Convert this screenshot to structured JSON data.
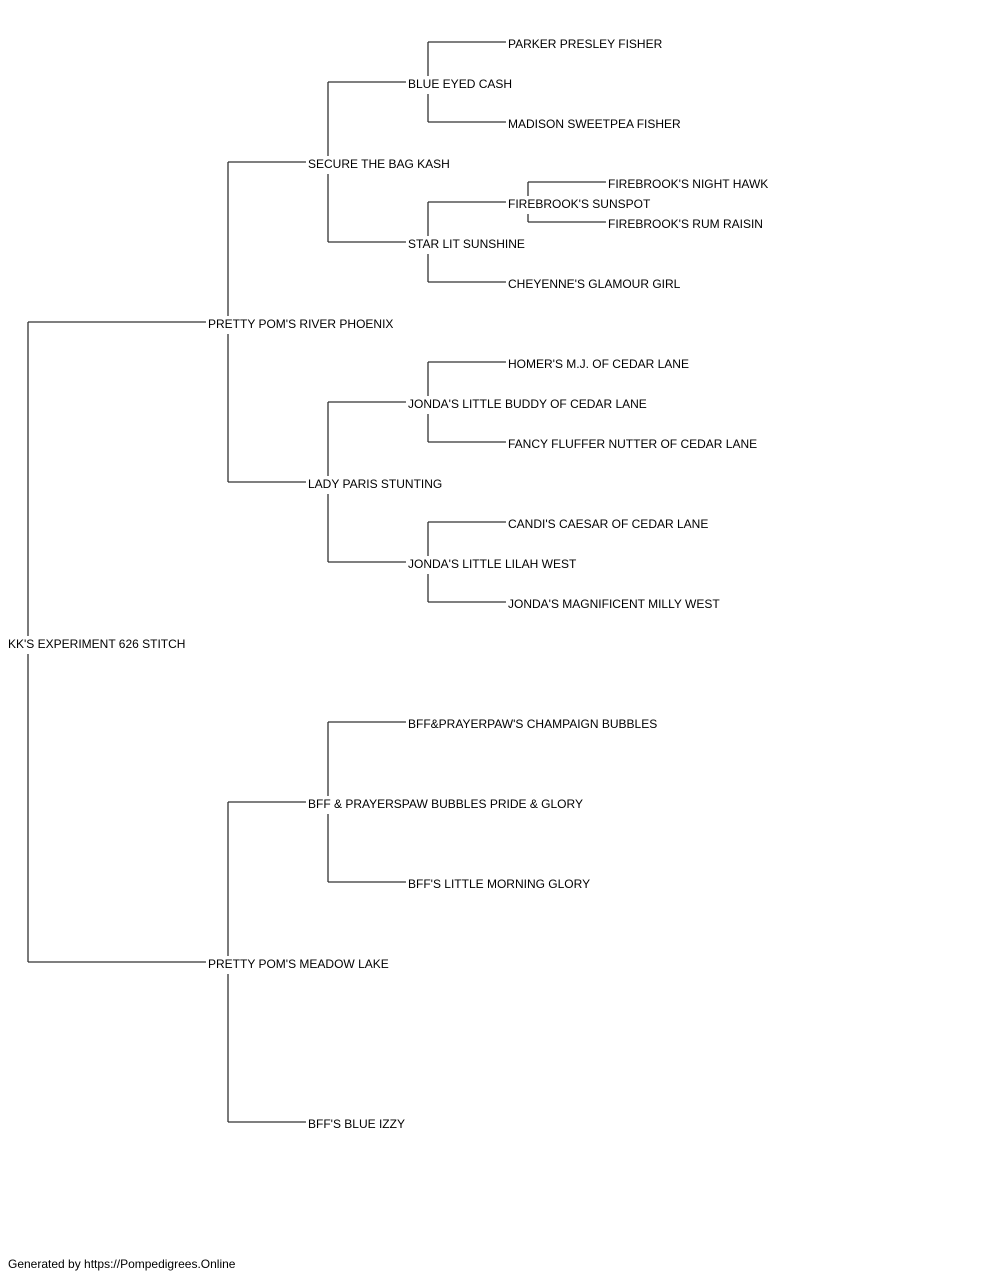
{
  "pedigree": {
    "name": "KK'S EXPERIMENT 626 STITCH",
    "sire": {
      "name": "PRETTY POM'S RIVER PHOENIX",
      "sire": {
        "name": "SECURE THE BAG KASH",
        "sire": {
          "name": "BLUE EYED CASH",
          "sire": {
            "name": "PARKER PRESLEY FISHER"
          },
          "dam": {
            "name": "MADISON SWEETPEA FISHER"
          }
        },
        "dam": {
          "name": "STAR LIT SUNSHINE",
          "sire": {
            "name": "FIREBROOK'S SUNSPOT",
            "sire": {
              "name": "FIREBROOK'S NIGHT HAWK"
            },
            "dam": {
              "name": "FIREBROOK'S RUM RAISIN"
            }
          },
          "dam": {
            "name": "CHEYENNE'S GLAMOUR GIRL"
          }
        }
      },
      "dam": {
        "name": "LADY PARIS STUNTING",
        "sire": {
          "name": "JONDA'S LITTLE BUDDY OF CEDAR LANE",
          "sire": {
            "name": "HOMER'S M.J. OF CEDAR LANE"
          },
          "dam": {
            "name": "FANCY FLUFFER NUTTER OF CEDAR LANE"
          }
        },
        "dam": {
          "name": "JONDA'S LITTLE LILAH WEST",
          "sire": {
            "name": "CANDI'S CAESAR OF CEDAR LANE"
          },
          "dam": {
            "name": "JONDA'S MAGNIFICENT MILLY WEST"
          }
        }
      }
    },
    "dam": {
      "name": "PRETTY POM'S MEADOW LAKE",
      "sire": {
        "name": "BFF & PRAYERSPAW BUBBLES PRIDE & GLORY",
        "sire": {
          "name": "BFF&PRAYERPAW'S CHAMPAIGN BUBBLES"
        },
        "dam": {
          "name": "BFF'S LITTLE MORNING GLORY"
        }
      },
      "dam": {
        "name": "BFF'S BLUE IZZY"
      }
    }
  },
  "footer": "Generated by https://Pompedigrees.Online",
  "colors": {
    "line": "#333333",
    "text": "#000000",
    "background": "#ffffff"
  }
}
